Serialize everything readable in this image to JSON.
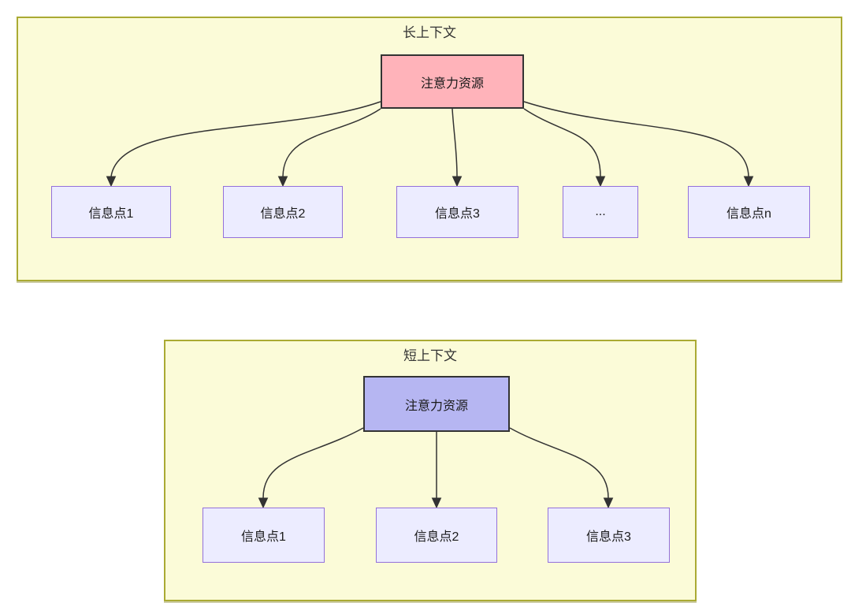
{
  "long_context": {
    "title": "长上下文",
    "root_label": "注意力资源",
    "children": [
      {
        "label": "信息点1"
      },
      {
        "label": "信息点2"
      },
      {
        "label": "信息点3"
      },
      {
        "label": "..."
      },
      {
        "label": "信息点n"
      }
    ]
  },
  "short_context": {
    "title": "短上下文",
    "root_label": "注意力资源",
    "children": [
      {
        "label": "信息点1"
      },
      {
        "label": "信息点2"
      },
      {
        "label": "信息点3"
      }
    ]
  },
  "colors": {
    "long_root_fill": "#ffb3ba",
    "short_root_fill": "#b6b6f2",
    "leaf_fill": "#ececff",
    "leaf_border": "#9370db",
    "cluster_fill": "#fbfbd8",
    "cluster_border": "#aaaa33",
    "edge": "#333333"
  }
}
